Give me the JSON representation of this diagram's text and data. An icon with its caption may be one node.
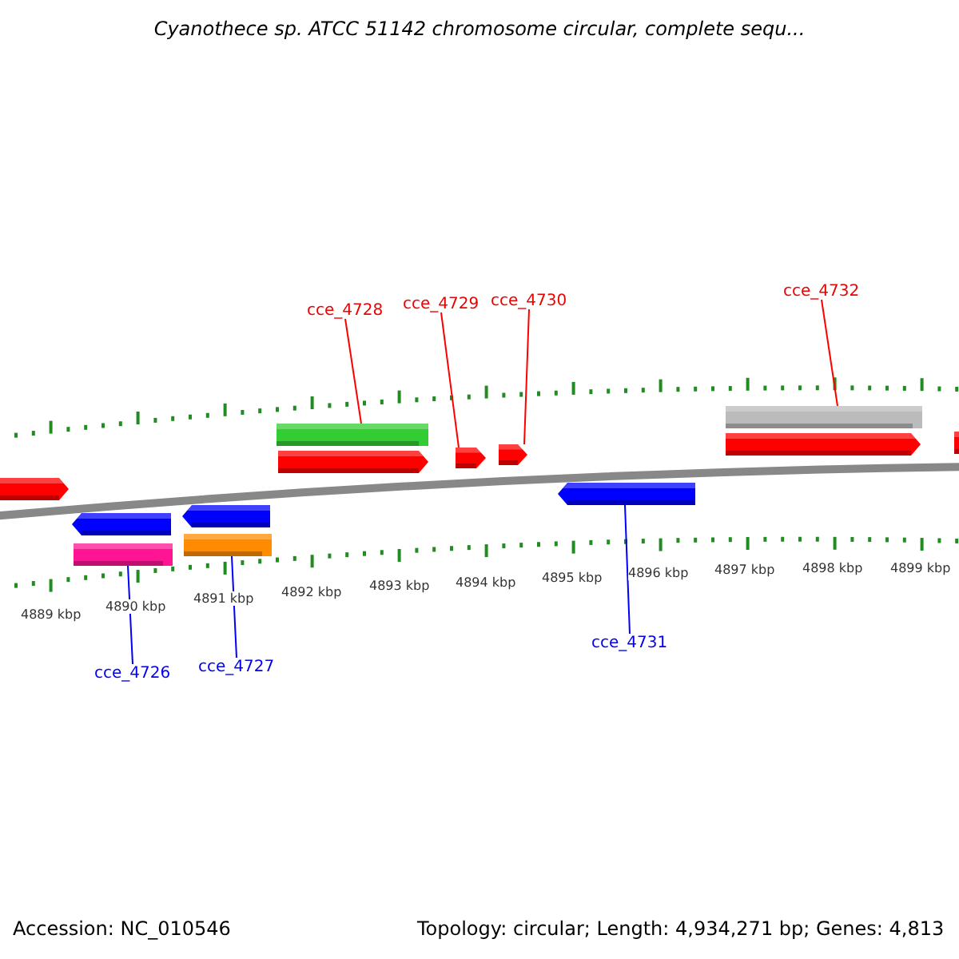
{
  "diagram": {
    "title": "Cyanothece sp. ATCC 51142 chromosome circular, complete sequ...",
    "nodes": [
      {
        "text": [
          "cce_4728"
        ]
      },
      {
        "text": [
          "cce_4729"
        ]
      },
      {
        "text": [
          "cce_4730"
        ]
      },
      {
        "text": [
          "cce_4732"
        ]
      },
      {
        "text": [],
        "shape": "bar"
      },
      {
        "text": [],
        "shape": "bar"
      },
      {
        "text": [],
        "shape": "bar"
      },
      {
        "text": [],
        "shape": "bar"
      },
      {
        "text": [],
        "shape": "bar"
      },
      {
        "text": [],
        "shape": "bar"
      },
      {
        "text": [],
        "shape": "bar"
      },
      {
        "text": [],
        "shape": "bar"
      },
      {
        "text": [],
        "shape": "bar"
      },
      {
        "text": [],
        "shape": "bar"
      },
      {
        "text": [],
        "shape": "bar"
      },
      {
        "text": [],
        "shape": "bar"
      },
      {
        "text": [],
        "shape": "bar"
      },
      {
        "text": [
          "cce_4726"
        ]
      },
      {
        "text": [
          "cce_4727"
        ]
      },
      {
        "text": [
          "cce_4731"
        ]
      }
    ],
    "edges": [
      {
        "from": 0,
        "to": 9,
        "arrow": "none"
      },
      {
        "from": 1,
        "to": 11,
        "arrow": "none"
      },
      {
        "from": 2,
        "to": 12,
        "arrow": "none"
      },
      {
        "from": 3,
        "to": 14,
        "arrow": "none"
      },
      {
        "from": 17,
        "to": 6,
        "arrow": "none",
        "color": "#0000ff"
      },
      {
        "from": 18,
        "to": 8,
        "arrow": "none",
        "color": "#0000ff"
      },
      {
        "from": 19,
        "to": 13,
        "arrow": "none",
        "color": "#0000ff"
      }
    ],
    "labels": [
      "4889 kbp",
      "4890 kbp",
      "4891 kbp",
      "4892 kbp",
      "4893 kbp",
      "4894 kbp",
      "4895 kbp",
      "4896 kbp",
      "4897 kbp",
      "4898 kbp",
      "4899 kbp",
      "Accession: NC_010546",
      "Topology: circular; Length: 4,934,271 bp; Genes: 4,813"
    ]
  }
}
